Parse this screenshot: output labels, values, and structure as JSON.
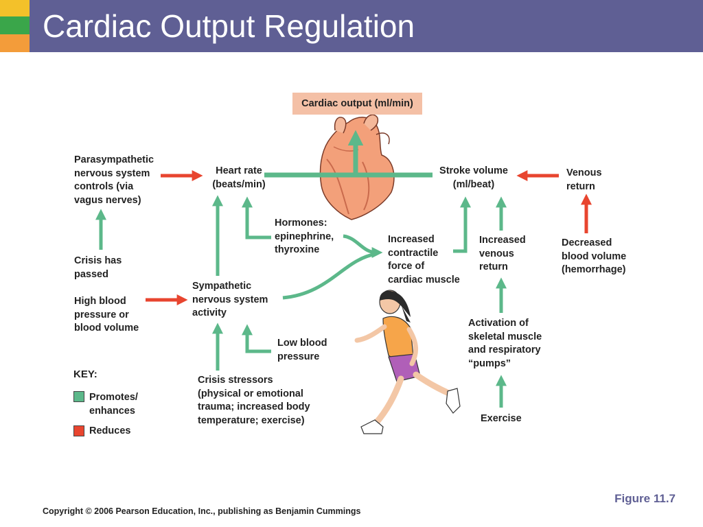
{
  "slide": {
    "title": "Cardiac Output Regulation",
    "figure_label": "Figure 11.7",
    "copyright": "Copyright © 2006 Pearson Education, Inc., publishing as Benjamin Cummings"
  },
  "diagram": {
    "nodes": {
      "cardiac_output": "Cardiac output (ml/min)",
      "heart_rate": "Heart rate\n(beats/min)",
      "stroke_volume": "Stroke volume\n(ml/beat)",
      "parasympathetic": "Parasympathetic\nnervous system\ncontrols (via\nvagus nerves)",
      "venous_return": "Venous\nreturn",
      "hormones": "Hormones:\nepinephrine,\nthyroxine",
      "contractile_force": "Increased\ncontractile\nforce of\ncardiac muscle",
      "increased_venous_return": "Increased\nvenous\nreturn",
      "decreased_blood_volume": "Decreased\nblood volume\n(hemorrhage)",
      "crisis_passed": "Crisis has\npassed",
      "high_bp": "High blood\npressure or\nblood volume",
      "sympathetic": "Sympathetic\nnervous system\nactivity",
      "low_bp": "Low blood\npressure",
      "skeletal_pumps": "Activation of\nskeletal muscle\nand respiratory\n“pumps”",
      "crisis_stressors": "Crisis stressors\n(physical or emotional\ntrauma; increased body\ntemperature; exercise)",
      "exercise": "Exercise"
    },
    "key": {
      "title": "KEY:",
      "promotes": "Promotes/\nenhances",
      "reduces": "Reduces"
    }
  },
  "colors": {
    "header": "#5f5f94",
    "promotes": "#5cb88a",
    "reduces": "#e8452f",
    "cardiac_output_box": "#f4c0a6"
  }
}
